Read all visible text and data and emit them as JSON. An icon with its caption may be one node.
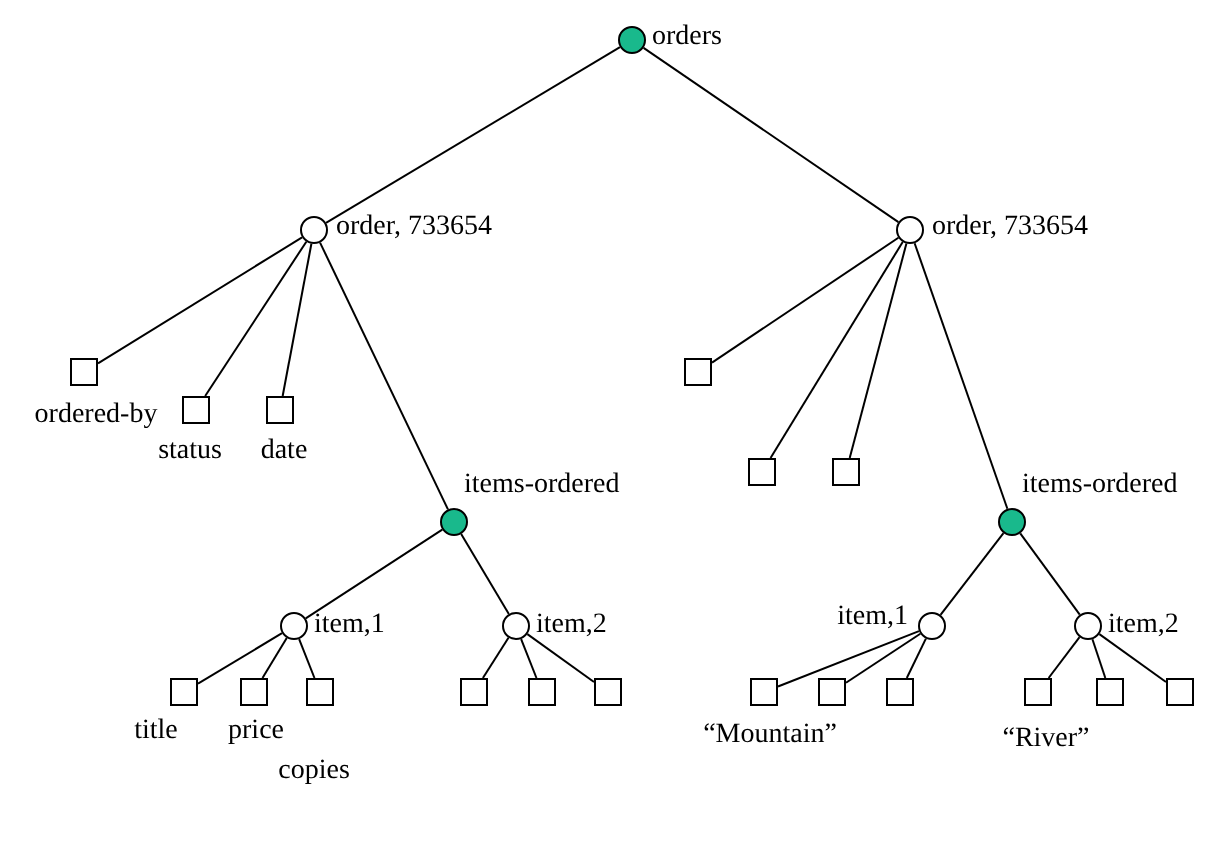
{
  "diagram": {
    "nodes": [
      {
        "text": [],
        "shape": "dot",
        "beside": [
          "orders"
        ]
      },
      {
        "text": [],
        "shape": "circle",
        "beside": [
          "order, 733654"
        ]
      },
      {
        "text": [],
        "shape": "circle",
        "beside": [
          "order, 733654"
        ]
      },
      {
        "text": [],
        "shape": "box",
        "beside": [
          "ordered-by"
        ]
      },
      {
        "text": [],
        "shape": "box"
      },
      {
        "text": [],
        "shape": "box",
        "beside": [
          "status"
        ]
      },
      {
        "text": [],
        "shape": "box",
        "beside": [
          "date"
        ]
      },
      {
        "text": [],
        "shape": "box"
      },
      {
        "text": [],
        "shape": "box"
      },
      {
        "text": [],
        "shape": "dot",
        "beside": [
          "items-ordered"
        ]
      },
      {
        "text": [],
        "shape": "dot",
        "beside": [
          "items-ordered"
        ]
      },
      {
        "text": [],
        "shape": "circle",
        "beside": [
          "item,1"
        ]
      },
      {
        "text": [],
        "shape": "circle",
        "beside": [
          "item,2"
        ]
      },
      {
        "text": [],
        "shape": "circle",
        "beside": [
          "item,1"
        ]
      },
      {
        "text": [],
        "shape": "circle",
        "beside": [
          "item,2"
        ]
      },
      {
        "text": [],
        "shape": "box",
        "beside": [
          "title"
        ]
      },
      {
        "text": [],
        "shape": "box",
        "beside": [
          "price"
        ]
      },
      {
        "text": [],
        "shape": "box",
        "beside": [
          "copies"
        ]
      },
      {
        "text": [],
        "shape": "box"
      },
      {
        "text": [],
        "shape": "box"
      },
      {
        "text": [],
        "shape": "box"
      },
      {
        "text": [],
        "shape": "box",
        "beside": [
          "“Mountain”"
        ]
      },
      {
        "text": [],
        "shape": "box"
      },
      {
        "text": [],
        "shape": "box"
      },
      {
        "text": [],
        "shape": "box",
        "beside": [
          "“River”"
        ]
      },
      {
        "text": [],
        "shape": "box"
      },
      {
        "text": [],
        "shape": "box"
      }
    ],
    "edges": [
      {
        "from": 0,
        "to": 1,
        "arrow": "none"
      },
      {
        "from": 0,
        "to": 2,
        "arrow": "none"
      },
      {
        "from": 1,
        "to": 3,
        "arrow": "none"
      },
      {
        "from": 1,
        "to": 5,
        "arrow": "none"
      },
      {
        "from": 1,
        "to": 6,
        "arrow": "none"
      },
      {
        "from": 1,
        "to": 9,
        "arrow": "none"
      },
      {
        "from": 2,
        "to": 4,
        "arrow": "none"
      },
      {
        "from": 2,
        "to": 7,
        "arrow": "none"
      },
      {
        "from": 2,
        "to": 8,
        "arrow": "none"
      },
      {
        "from": 2,
        "to": 10,
        "arrow": "none"
      },
      {
        "from": 9,
        "to": 11,
        "arrow": "none"
      },
      {
        "from": 9,
        "to": 12,
        "arrow": "none"
      },
      {
        "from": 10,
        "to": 13,
        "arrow": "none"
      },
      {
        "from": 10,
        "to": 14,
        "arrow": "none"
      },
      {
        "from": 11,
        "to": 15,
        "arrow": "none"
      },
      {
        "from": 11,
        "to": 16,
        "arrow": "none"
      },
      {
        "from": 11,
        "to": 17,
        "arrow": "none"
      },
      {
        "from": 12,
        "to": 18,
        "arrow": "none"
      },
      {
        "from": 12,
        "to": 19,
        "arrow": "none"
      },
      {
        "from": 12,
        "to": 20,
        "arrow": "none"
      },
      {
        "from": 13,
        "to": 21,
        "arrow": "none"
      },
      {
        "from": 13,
        "to": 22,
        "arrow": "none"
      },
      {
        "from": 13,
        "to": 23,
        "arrow": "none"
      },
      {
        "from": 14,
        "to": 24,
        "arrow": "none"
      },
      {
        "from": 14,
        "to": 25,
        "arrow": "none"
      },
      {
        "from": 14,
        "to": 26,
        "arrow": "none"
      }
    ]
  }
}
